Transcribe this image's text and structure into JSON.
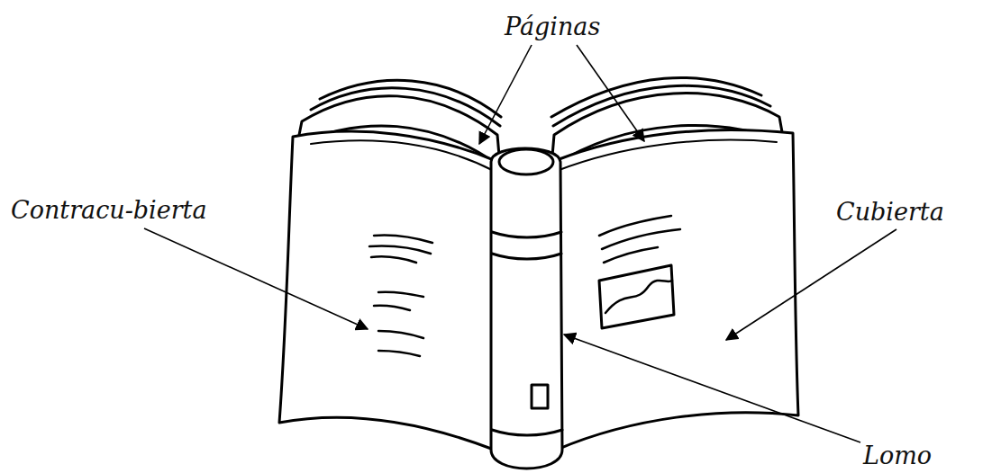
{
  "diagram": {
    "labels": [
      "Páginas",
      "Contracu-bierta",
      "Cubierta",
      "Lomo"
    ]
  }
}
